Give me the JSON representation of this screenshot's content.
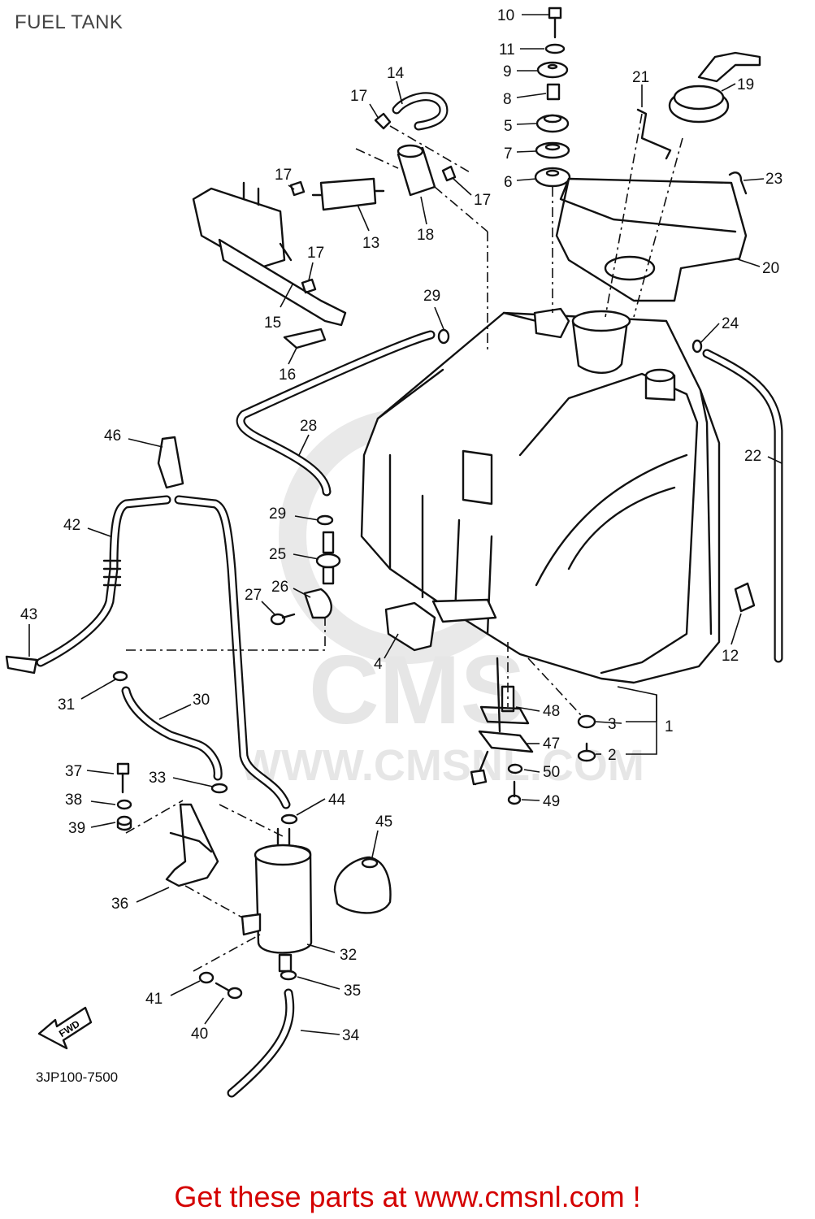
{
  "header": {
    "title": "FUEL TANK",
    "diagram_code": "3JP100-7500"
  },
  "footer": {
    "cta_text": "Get these parts at www.cmsnl.com !"
  },
  "watermark": {
    "text": "CMS",
    "url": "WWW.CMSNL.COM"
  },
  "fwd_arrow": {
    "label": "FWD"
  },
  "callouts": [
    "10",
    "11",
    "9",
    "8",
    "5",
    "7",
    "6",
    "14",
    "17",
    "17",
    "17",
    "17",
    "13",
    "18",
    "21",
    "19",
    "23",
    "20",
    "15",
    "16",
    "29",
    "24",
    "28",
    "22",
    "46",
    "42",
    "29",
    "25",
    "26",
    "27",
    "43",
    "4",
    "12",
    "48",
    "3",
    "1",
    "47",
    "2",
    "50",
    "49",
    "31",
    "30",
    "37",
    "33",
    "44",
    "38",
    "39",
    "45",
    "36",
    "32",
    "41",
    "35",
    "40",
    "34"
  ],
  "colors": {
    "cta": "#d40000",
    "line": "#111111",
    "watermark": "#e6e6e6",
    "title": "#444444"
  }
}
